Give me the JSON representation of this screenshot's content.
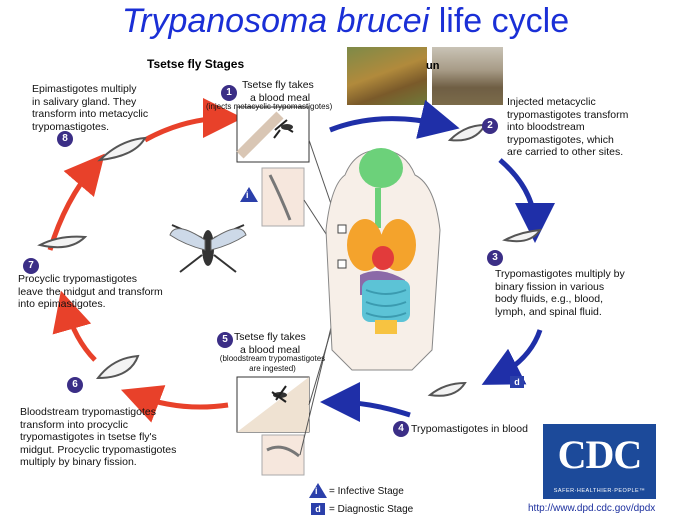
{
  "title": {
    "italic": "Trypanosoma brucei",
    "rest": " life cycle"
  },
  "tsetse_label": "Tsetse fly Stages",
  "stages": [
    {
      "num": "1",
      "lines": [
        "Tsetse fly takes",
        "a blood meal"
      ],
      "note": "(injects metacyclic trypomastigotes)"
    },
    {
      "num": "2",
      "lines": [
        "Injected metacyclic",
        "trypomastigotes transform",
        "into bloodstream",
        "trypomastigotes, which",
        "are carried to other sites."
      ]
    },
    {
      "num": "3",
      "lines": [
        "Trypomastigotes multiply by",
        "binary fission in various",
        "body fluids, e.g., blood,",
        "lymph, and spinal fluid."
      ]
    },
    {
      "num": "4",
      "lines": [
        "Trypomastigotes in blood"
      ]
    },
    {
      "num": "5",
      "lines": [
        "Tsetse fly takes",
        "a blood meal"
      ],
      "note": [
        "(bloodstream trypomastigotes",
        "are ingested)"
      ]
    },
    {
      "num": "6",
      "lines": [
        "Bloodstream trypomastigotes",
        "transform into procyclic",
        "trypomastigotes in tsetse fly's",
        "midgut. Procyclic trypomastigotes",
        "multiply by binary fission."
      ]
    },
    {
      "num": "7",
      "lines": [
        "Procyclic trypomastigotes",
        "leave the midgut and transform",
        "into epimastigotes."
      ]
    },
    {
      "num": "8",
      "lines": [
        "Epimastigotes multiply",
        "in salivary gland. They",
        "transform into metacyclic",
        "trypomastigotes."
      ]
    }
  ],
  "human_stage_partial": "un",
  "legend": {
    "infective_symbol": "i",
    "infective": "= Infective Stage",
    "diagnostic_symbol": "d",
    "diagnostic": "= Diagnostic Stage"
  },
  "cdc": {
    "logo": "CDC",
    "tagline": "SAFER·HEALTHIER·PEOPLE™",
    "url": "http://www.dpd.cdc.gov/dpdx"
  },
  "colors": {
    "title": "#1a2fd6",
    "human_arrows": "#1f2fa8",
    "fly_arrows": "#e8412a",
    "badge": "#3b2e86"
  }
}
